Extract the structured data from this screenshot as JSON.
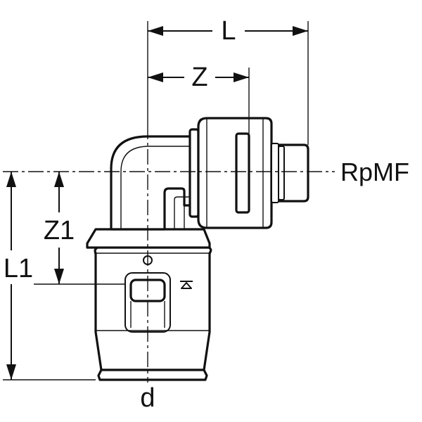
{
  "drawing": {
    "dimensions": {
      "L": "L",
      "Z": "Z",
      "Z1": "Z1",
      "L1": "L1",
      "d": "d",
      "thread": "RpMF"
    },
    "line_color": "#111111",
    "background_color": "#ffffff"
  }
}
